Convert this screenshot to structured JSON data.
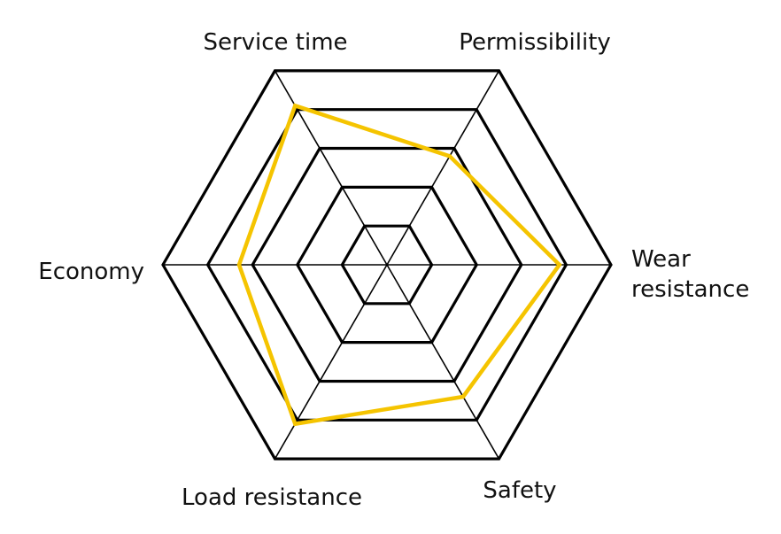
{
  "chart_data": {
    "type": "radar",
    "axes": [
      {
        "label": [
          "Wear",
          "resistance"
        ],
        "value": 0.77
      },
      {
        "label": [
          "Permissibility"
        ],
        "value": 0.56
      },
      {
        "label": [
          "Service time"
        ],
        "value": 0.82
      },
      {
        "label": [
          "Economy"
        ],
        "value": 0.66
      },
      {
        "label": [
          "Load resistance"
        ],
        "value": 0.82
      },
      {
        "label": [
          "Safety"
        ],
        "value": 0.68
      }
    ],
    "levels": [
      0.2,
      0.4,
      0.6,
      0.8,
      1.0
    ],
    "series": [
      {
        "values": [
          0.77,
          0.56,
          0.82,
          0.66,
          0.82,
          0.68
        ],
        "color": "#f5c400"
      }
    ],
    "grid_color": "#000000"
  }
}
